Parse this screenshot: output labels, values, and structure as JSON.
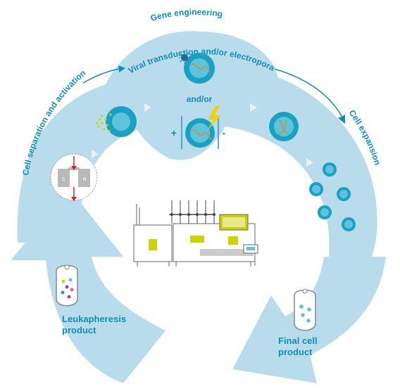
{
  "labels": {
    "gene_engineering": "Gene engineering",
    "viral_transduction": "Viral transduction and/or electroporation",
    "cell_separation": "Cell separation and activation",
    "cell_expansion": "Cell expansion",
    "and_or": "and/or",
    "plus": "+",
    "minus": "-",
    "magnet_s": "S",
    "magnet_n": "N",
    "leukapheresis_line1": "Leukapheresis",
    "leukapheresis_line2": "product",
    "final_line1": "Final cell",
    "final_line2": "product"
  },
  "colors": {
    "band": "#b9dced",
    "band_light": "#d3e9f4",
    "accent": "#0f8fb3",
    "cell_ring": "#1aa0c2",
    "cell_inner": "#5cc4dc",
    "dna": "#e08a2a",
    "virus": "#c9d400",
    "lightning": "#f5d000"
  },
  "icons": [
    "magnet-icon",
    "virus-icon",
    "lightning-icon",
    "dna-icon",
    "bag-icon",
    "instrument-icon"
  ]
}
